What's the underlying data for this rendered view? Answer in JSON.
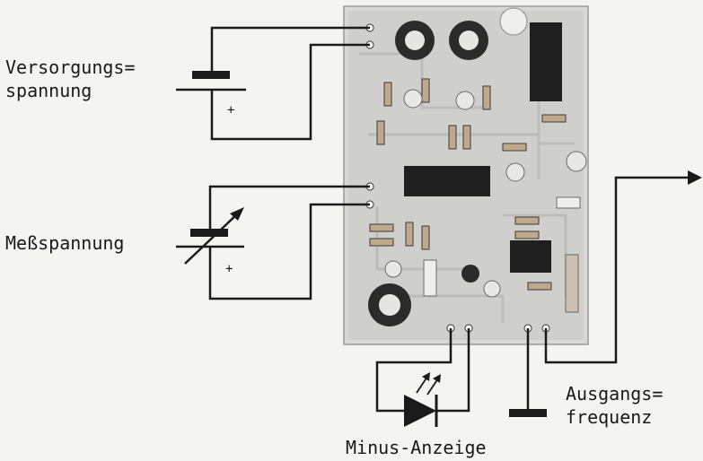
{
  "labels": {
    "supply_line1": "Versorgungs=",
    "supply_line2": "spannung",
    "measure": "Meßspannung",
    "output_line1": "Ausgangs=",
    "output_line2": "frequenz",
    "minus_display": "Minus-Anzeige"
  },
  "polarity": {
    "supply_plus": "+",
    "measure_plus": "+"
  },
  "colors": {
    "wire": "#1a1a1a",
    "board": "#d9d9d5",
    "background": "#f4f4f2",
    "component_dark": "#2a2a2a"
  },
  "icons": {
    "battery": "battery-icon",
    "variable_source": "variable-voltage-source-icon",
    "led": "led-icon",
    "ground": "ground-icon",
    "arrow": "output-arrow-icon"
  }
}
